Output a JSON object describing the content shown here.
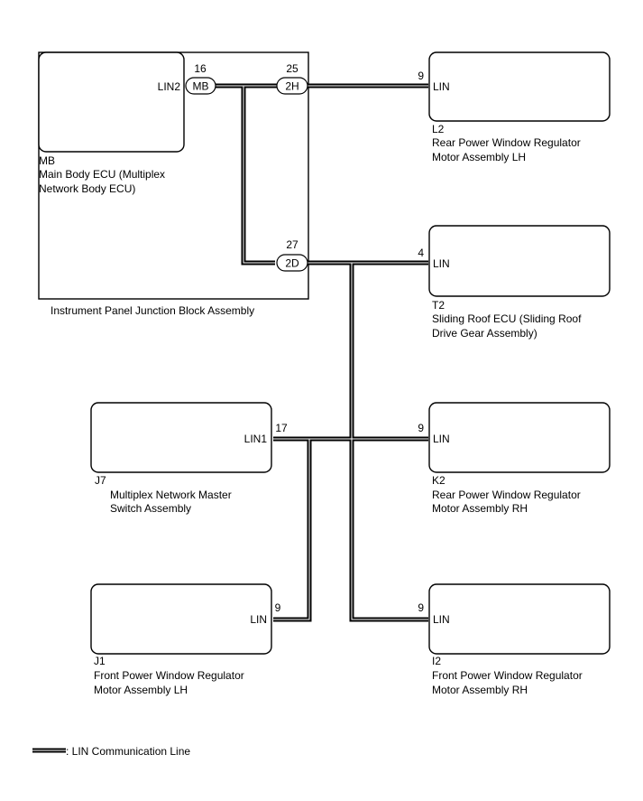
{
  "junction_block": {
    "label": "Instrument Panel Junction Block Assembly",
    "ecu": {
      "code": "MB",
      "name_line1": "Main Body ECU (Multiplex",
      "name_line2": "Network Body ECU)",
      "pin_label": "LIN2",
      "pin_number": "16"
    },
    "connectors": [
      {
        "code": "MB",
        "pin": "16"
      },
      {
        "code": "2H",
        "pin": "25"
      },
      {
        "code": "2D",
        "pin": "27"
      }
    ]
  },
  "modules": [
    {
      "id": "l2",
      "code": "L2",
      "name_line1": "Rear Power Window Regulator",
      "name_line2": "Motor Assembly LH",
      "pin_label": "LIN",
      "pin_number": "9"
    },
    {
      "id": "t2",
      "code": "T2",
      "name_line1": "Sliding Roof ECU (Sliding Roof",
      "name_line2": "Drive Gear Assembly)",
      "pin_label": "LIN",
      "pin_number": "4"
    },
    {
      "id": "j7",
      "code": "J7",
      "name_line1": "Multiplex Network Master",
      "name_line2": "Switch Assembly",
      "pin_label": "LIN1",
      "pin_number": "17"
    },
    {
      "id": "k2",
      "code": "K2",
      "name_line1": "Rear Power Window Regulator",
      "name_line2": "Motor Assembly RH",
      "pin_label": "LIN",
      "pin_number": "9"
    },
    {
      "id": "j1",
      "code": "J1",
      "name_line1": "Front Power Window Regulator",
      "name_line2": "Motor Assembly LH",
      "pin_label": "LIN",
      "pin_number": "9"
    },
    {
      "id": "i2",
      "code": "I2",
      "name_line1": "Front Power Window Regulator",
      "name_line2": "Motor Assembly RH",
      "pin_label": "LIN",
      "pin_number": "9"
    }
  ],
  "legend": {
    "label": ": LIN Communication Line"
  }
}
